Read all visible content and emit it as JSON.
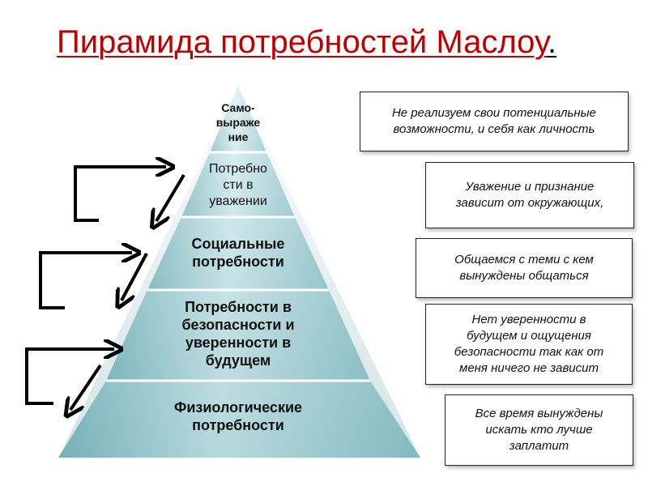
{
  "title": {
    "text": "Пирамида потребностей Маслоу",
    "dot": "."
  },
  "colors": {
    "title": "#c00000",
    "pyramid_light": "#d4eef0",
    "pyramid_mid": "#a6d3d8",
    "pyramid_dark": "#7eb7bf",
    "separator": "#ffffff",
    "arrow": "#000000"
  },
  "pyramid": {
    "levels": [
      {
        "label": "Само-\nвыраже\nние"
      },
      {
        "label": "Потребно\nсти в\nуважении"
      },
      {
        "label": "Социальные\nпотребности"
      },
      {
        "label": "Потребности в\nбезопасности и\nуверенности в\nбудущем"
      },
      {
        "label": "Физиологические\nпотребности"
      }
    ]
  },
  "notes": [
    {
      "text": "Не реализуем свои потенциальные\nвозможности, и себя как личность"
    },
    {
      "text": "Уважение и признание\nзависит от  окружающих,"
    },
    {
      "text": "Общаемся с теми с кем\nвынуждены общаться"
    },
    {
      "text": "Нет  уверенности в\nбудущем и ощущения\nбезопасности так как от\nменя ничего не зависит"
    },
    {
      "text": "Все время вынуждены\nискать кто лучше\nзаплатит"
    }
  ],
  "arrows": [
    {
      "icon": "bracket-arrow-right-icon"
    },
    {
      "icon": "bracket-arrow-right-icon"
    },
    {
      "icon": "bracket-arrow-right-icon"
    },
    {
      "icon": "diagonal-arrow-down-left-icon"
    },
    {
      "icon": "diagonal-arrow-down-left-icon"
    },
    {
      "icon": "diagonal-arrow-down-left-icon"
    }
  ]
}
